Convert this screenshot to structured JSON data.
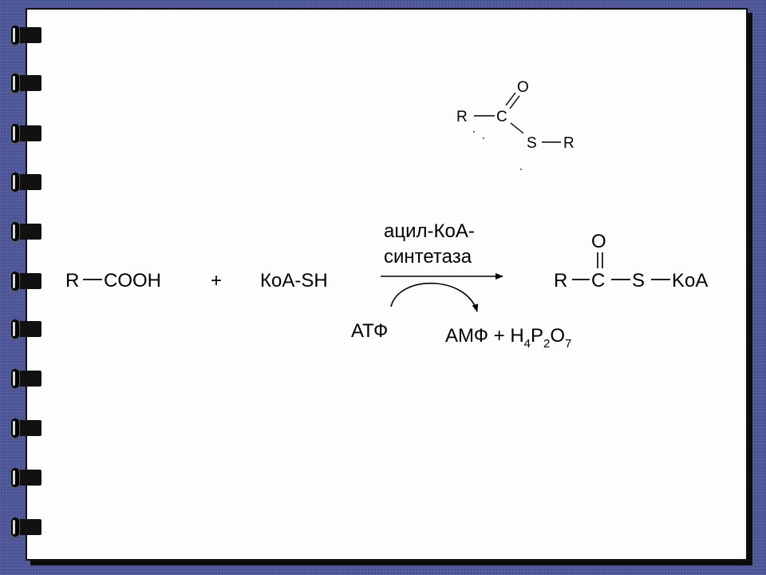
{
  "top_structure": {
    "o": "O",
    "r1": "R",
    "c": "C",
    "s": "S",
    "r2": "R"
  },
  "reactant_acid": {
    "r": "R",
    "group": "COOH"
  },
  "plus": "+",
  "coa": "КоА-SH",
  "enzyme": {
    "line1": "ацил-КоА-",
    "line2": "синтетаза"
  },
  "product": {
    "r": "R",
    "c": "C",
    "o": "O",
    "s": "S",
    "koa": "KoA"
  },
  "atp": "АТФ",
  "byproducts": {
    "amp": "АМФ + Н",
    "sub4": "4",
    "p": "P",
    "sub2": "2",
    "o": "O",
    "sub7": "7"
  }
}
